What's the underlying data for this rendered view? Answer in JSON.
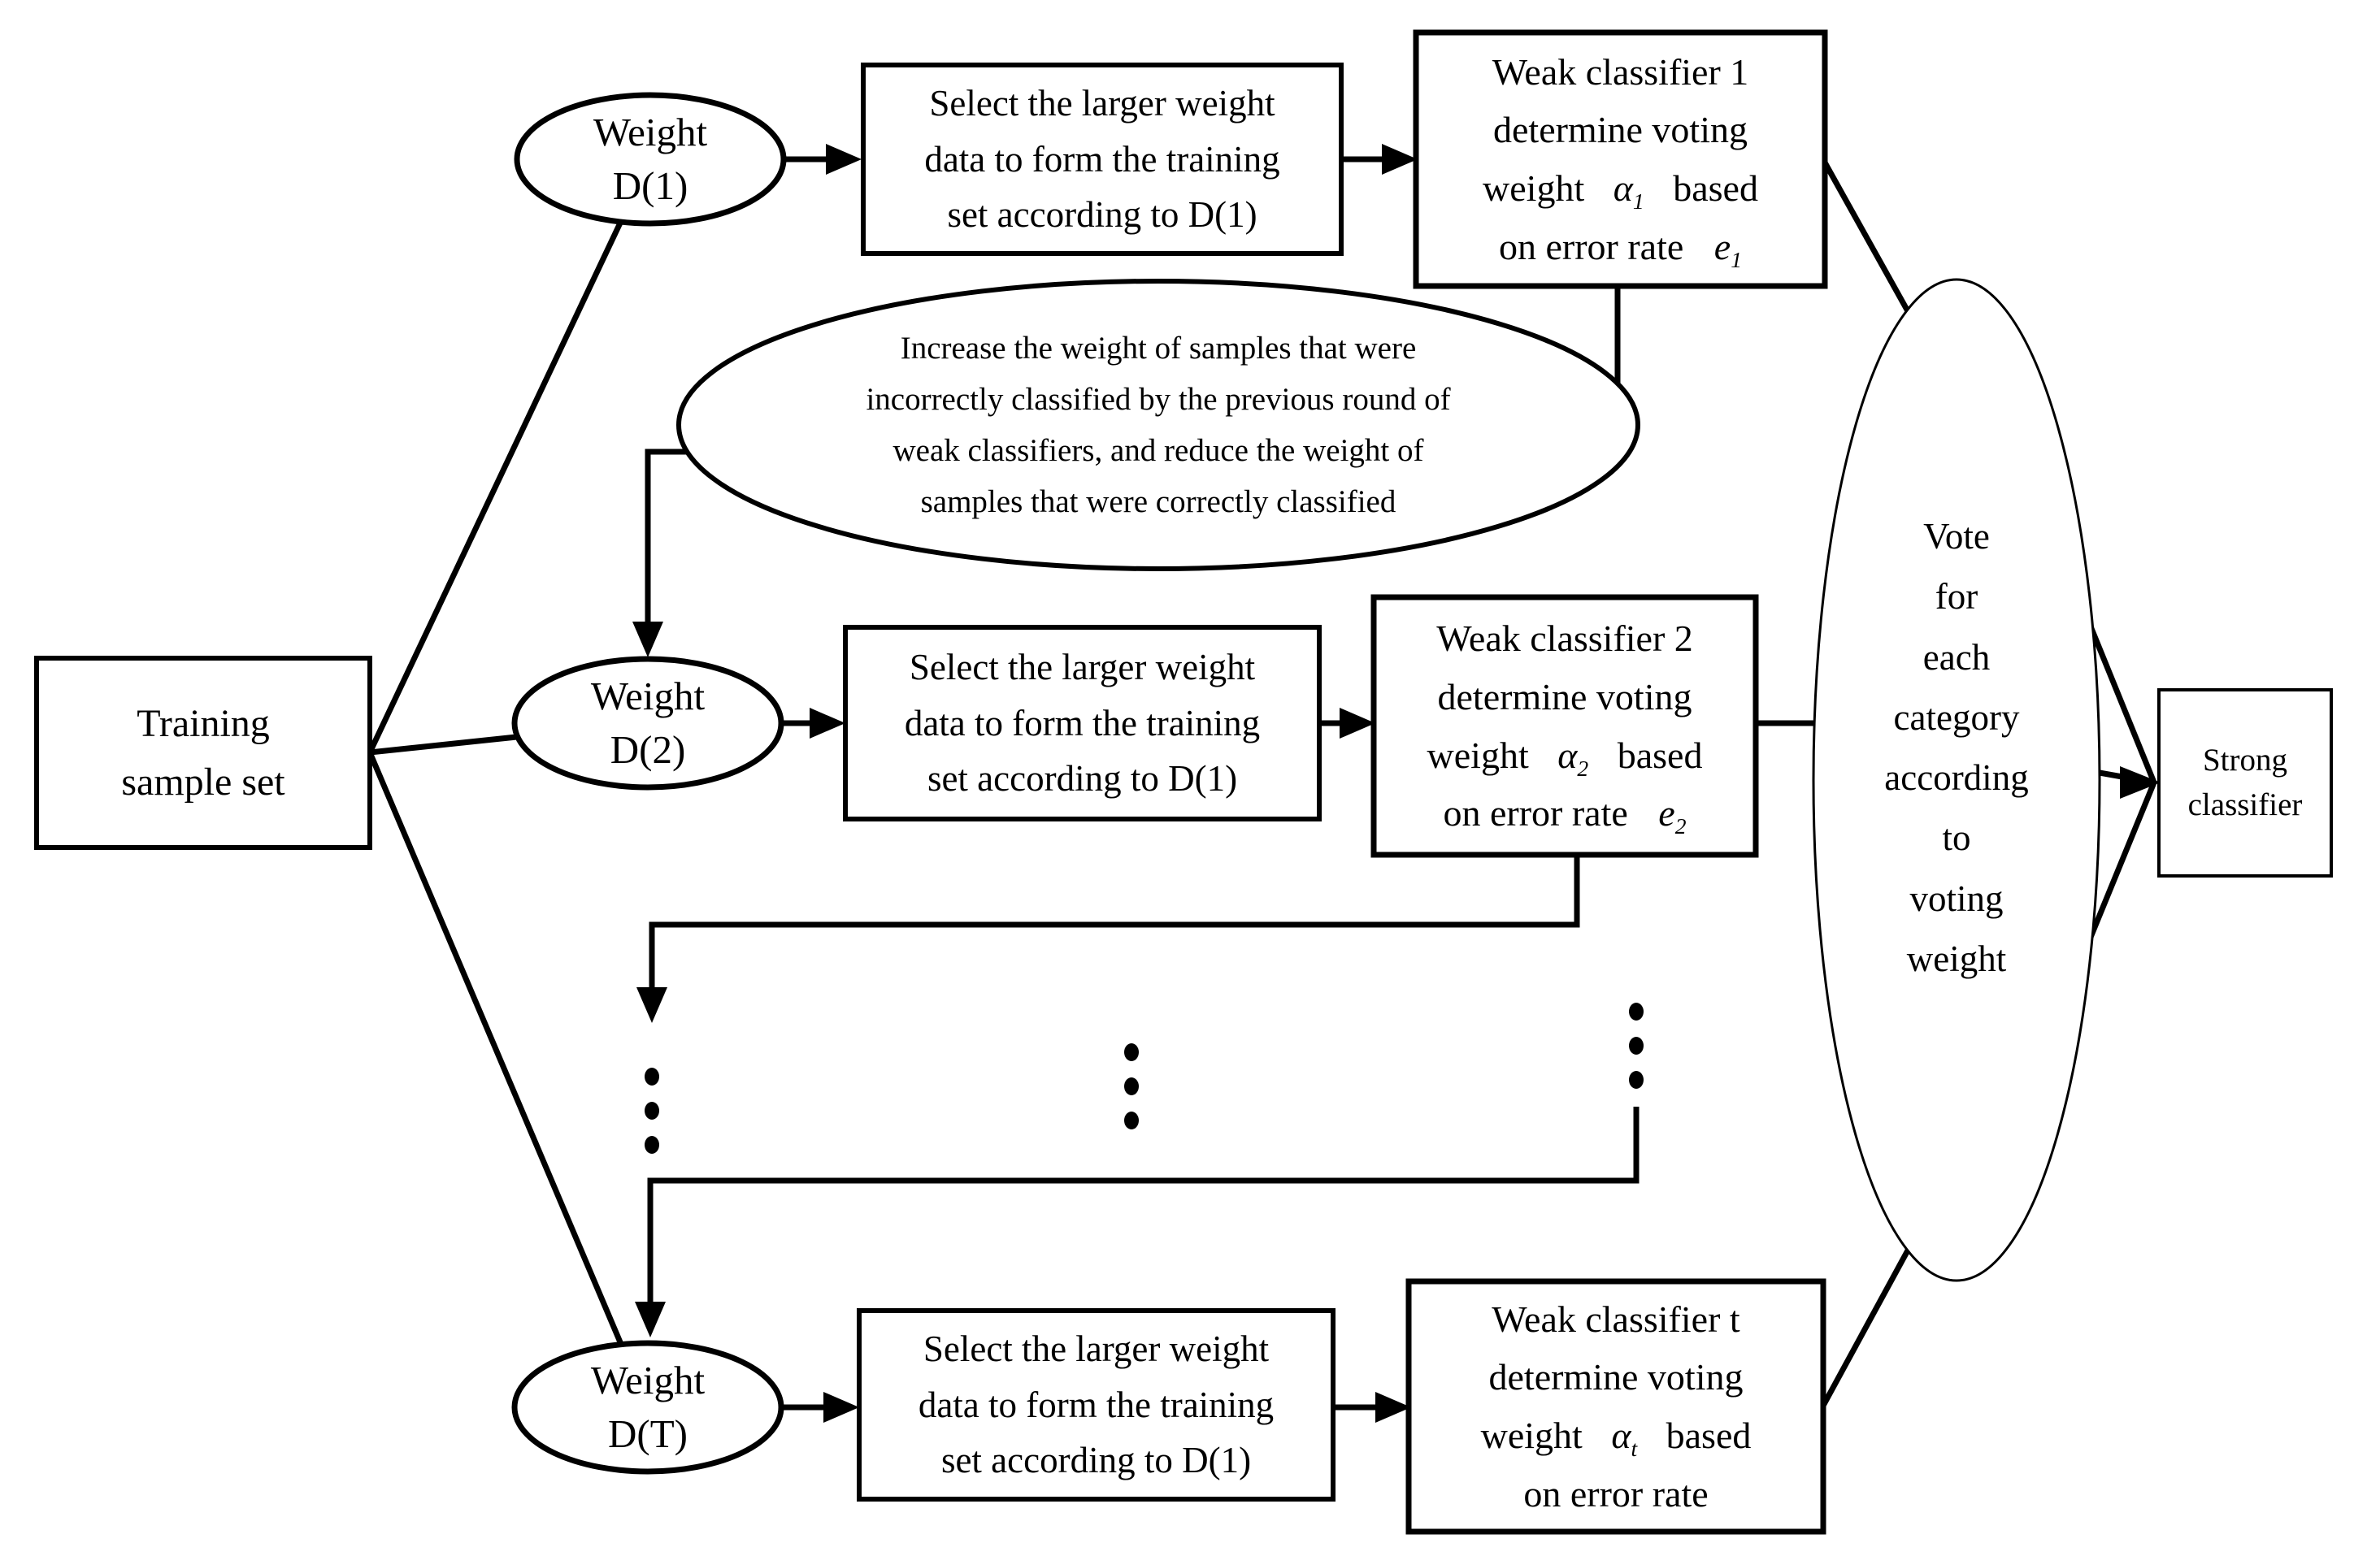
{
  "colors": {
    "ink": "#000000",
    "background": "#ffffff"
  },
  "nodes": {
    "training": {
      "lines": [
        "Training",
        "sample set"
      ]
    },
    "weight_d1": {
      "lines": [
        "Weight",
        "D(1)"
      ]
    },
    "weight_d2": {
      "lines": [
        "Weight",
        "D(2)"
      ]
    },
    "weight_dt": {
      "lines": [
        "Weight",
        "D(T)"
      ]
    },
    "select_1": {
      "lines": [
        "Select the larger weight",
        "data to form the training",
        "set according to D(1)"
      ]
    },
    "select_2": {
      "lines": [
        "Select the larger weight",
        "data to form the training",
        "set according to D(1)"
      ]
    },
    "select_3": {
      "lines": [
        "Select the larger weight",
        "data to form the training",
        "set according to D(1)"
      ]
    },
    "weak_1": {
      "title": "Weak classifier 1",
      "line2": "determine voting",
      "weight_word": "weight",
      "alpha_symbol": "α",
      "alpha_subscript": "1",
      "based_word": "based",
      "error_phrase": "on error rate",
      "error_symbol": "e",
      "error_subscript": "1"
    },
    "weak_2": {
      "title": "Weak classifier 2",
      "line2": "determine voting",
      "weight_word": "weight",
      "alpha_symbol": "α",
      "alpha_subscript": "2",
      "based_word": "based",
      "error_phrase": "on error rate",
      "error_symbol": "e",
      "error_subscript": "2"
    },
    "weak_t": {
      "title": "Weak classifier t",
      "line2": "determine voting",
      "weight_word": "weight",
      "alpha_symbol": "α",
      "alpha_subscript": "t",
      "based_word": "based",
      "error_phrase": "on error rate"
    },
    "update_rule": {
      "lines": [
        "Increase the weight of samples that were",
        "incorrectly classified by the previous round of",
        "weak classifiers, and reduce the weight of",
        "samples that were correctly classified"
      ]
    },
    "vote": {
      "lines": [
        "Vote",
        "for",
        "each",
        "category",
        "according",
        "to",
        "voting",
        "weight"
      ]
    },
    "strong": {
      "lines": [
        "Strong",
        "classifier"
      ]
    }
  }
}
